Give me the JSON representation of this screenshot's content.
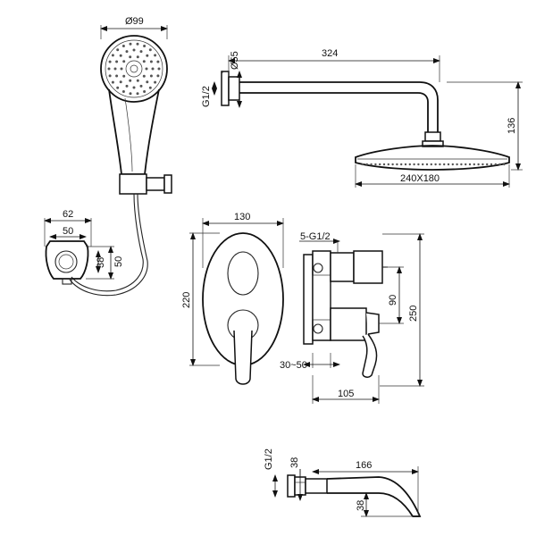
{
  "diagram": {
    "handshower": {
      "diameter": "Ø99"
    },
    "holder": {
      "width_outer": "62",
      "width_inner": "50",
      "height_inner": "38",
      "height_outer": "50"
    },
    "shower_arm": {
      "thread": "G1/2",
      "flange_diameter": "Ø55",
      "length": "324",
      "height": "136",
      "head_size": "240X180"
    },
    "mixer": {
      "plate_width": "130",
      "plate_height": "220",
      "outlets": "5-G1/2",
      "depth_range": "30~50",
      "body_depth": "105",
      "total_height": "250",
      "outlet_spacing": "90"
    },
    "spout": {
      "thread": "G1/2",
      "flange": "38",
      "length": "166",
      "outlet_height": "38"
    }
  }
}
